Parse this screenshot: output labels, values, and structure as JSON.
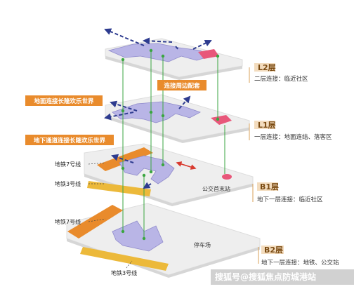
{
  "colors": {
    "floor": "#efefef",
    "floor_edge": "#dcdcdc",
    "corridor": "#b9b5e6",
    "corridor_edge": "#8f8acb",
    "arrow": "#2d3b8f",
    "orange": "#e98b2c",
    "yellow": "#ecb93a",
    "green": "#3aa640",
    "pink": "#e8577a",
    "tag": "#f3dcbe",
    "tag_border": "#d9a15a"
  },
  "floors": [
    {
      "id": "L2",
      "name": "L2层",
      "desc": "二层连接：临近社区"
    },
    {
      "id": "L1",
      "name": "L1层",
      "desc": "一层连接：地面连结、落客区"
    },
    {
      "id": "B1",
      "name": "B1层",
      "desc": "地下一层连接：临近社区"
    },
    {
      "id": "B2",
      "name": "B2层",
      "desc": "地下一层连接：地铁、公交站"
    }
  ],
  "callouts": {
    "periphery": "连接周边配套",
    "ground": "地面连接长隆欢乐世界",
    "underground": "地下通道连接长隆欢乐世界"
  },
  "labels": {
    "metro7_b1": "地铁7号线",
    "metro3_b1": "地铁3号线",
    "metro7_b2": "地铁7号线",
    "metro3_b2": "地铁3号线",
    "bus_terminal": "公交首末站",
    "parking": "停车场"
  },
  "watermark": "搜狐号@搜狐焦点防城港站"
}
